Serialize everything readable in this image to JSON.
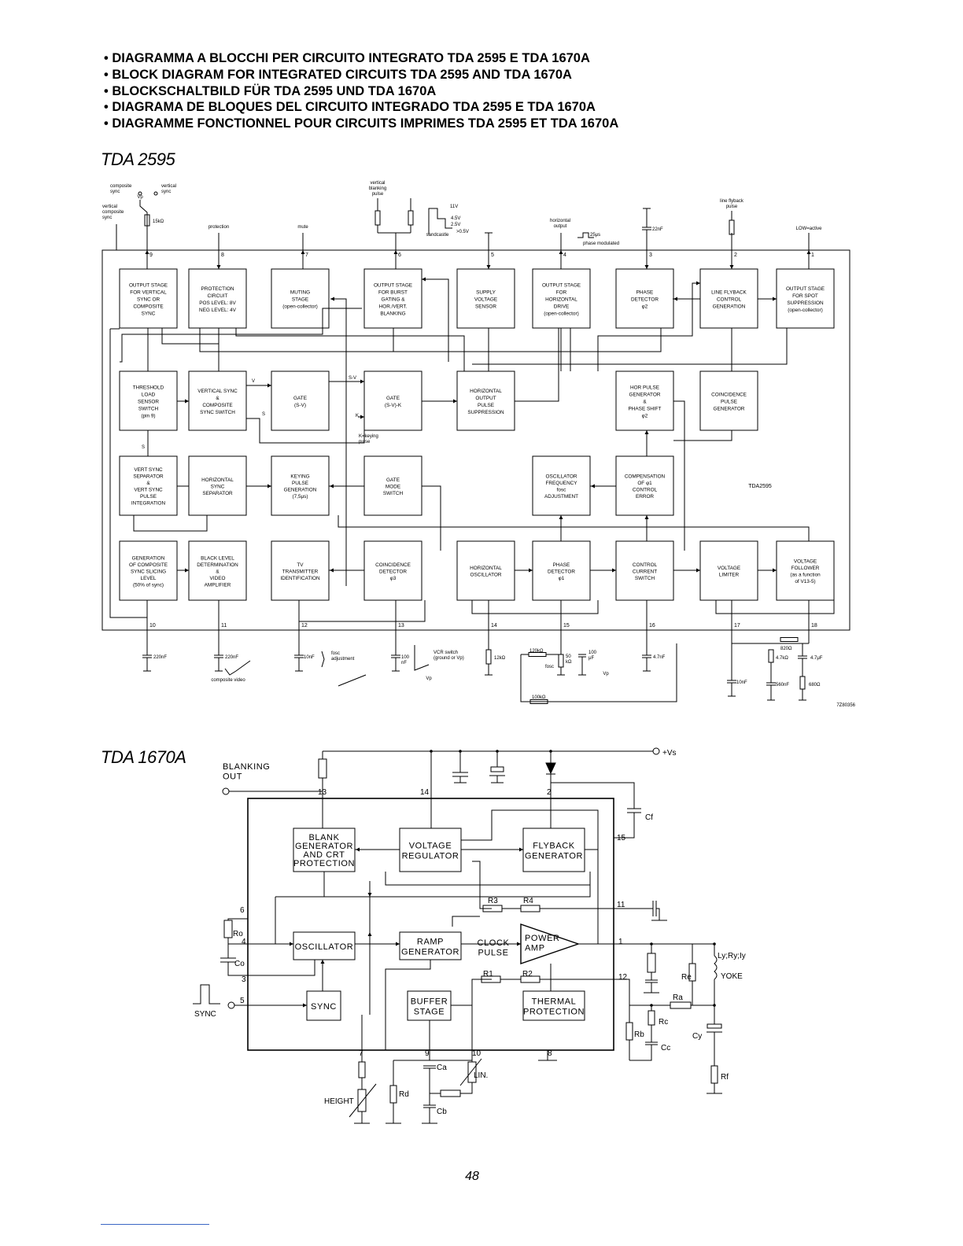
{
  "headings": [
    "DIAGRAMMA A BLOCCHI PER CIRCUITO INTEGRATO TDA 2595 E TDA 1670A",
    "BLOCK DIAGRAM FOR INTEGRATED CIRCUITS TDA 2595 AND TDA 1670A",
    "BLOCKSCHALTBILD FÜR TDA 2595 UND TDA 1670A",
    "DIAGRAMA DE BLOQUES DEL CIRCUITO INTEGRADO TDA 2595 E TDA 1670A",
    "DIAGRAMME FONCTIONNEL POUR CIRCUITS IMPRIMES TDA 2595 ET TDA 1670A"
  ],
  "tda2595": {
    "title": "TDA 2595",
    "chip_label": "TDA2595",
    "code": "7Z80356",
    "blocks": [
      {
        "lines": [
          "OUTPUT STAGE",
          "FOR VERTICAL",
          "SYNC OR",
          "COMPOSITE",
          "SYNC"
        ]
      },
      {
        "lines": [
          "PROTECTION",
          "CIRCUIT",
          "POS LEVEL: 8V",
          "NEG LEVEL: 4V"
        ]
      },
      {
        "lines": [
          "MUTING",
          "STAGE",
          "(open-collector)"
        ]
      },
      {
        "lines": [
          "OUTPUT STAGE",
          "FOR BURST",
          "GATING &",
          "HOR./VERT.",
          "BLANKING"
        ]
      },
      {
        "lines": [
          "SUPPLY",
          "VOLTAGE",
          "SENSOR"
        ]
      },
      {
        "lines": [
          "OUTPUT STAGE",
          "FOR",
          "HORIZONTAL",
          "DRIVE",
          "(open-collector)"
        ]
      },
      {
        "lines": [
          "PHASE",
          "DETECTOR",
          "φ2"
        ]
      },
      {
        "lines": [
          "LINE FLYBACK",
          "CONTROL",
          "GENERATION"
        ]
      },
      {
        "lines": [
          "OUTPUT STAGE",
          "FOR SPOT",
          "SUPPRESSION",
          "(open-collector)"
        ]
      },
      {
        "lines": [
          "THRESHOLD",
          "LOAD",
          "SENSOR",
          "SWITCH",
          "(pin 9)"
        ]
      },
      {
        "lines": [
          "VERTICAL SYNC",
          "&",
          "COMPOSITE",
          "SYNC SWITCH"
        ]
      },
      {
        "lines": [
          "GATE",
          "(S-V)"
        ]
      },
      {
        "lines": [
          "GATE",
          "(S-V)-K"
        ]
      },
      {
        "lines": [
          "HORIZONTAL",
          "OUTPUT",
          "PULSE",
          "SUPPRESSION"
        ]
      },
      {
        "lines": [
          "HOR PULSE",
          "GENERATOR",
          "&",
          "PHASE SHIFT",
          "φ2"
        ]
      },
      {
        "lines": [
          "COINCIDENCE",
          "PULSE",
          "GENERATOR"
        ]
      },
      {
        "lines": [
          "VERT SYNC",
          "SEPARATOR",
          "&",
          "VERT SYNC",
          "PULSE",
          "INTEGRATION"
        ]
      },
      {
        "lines": [
          "HORIZONTAL",
          "SYNC",
          "SEPARATOR"
        ]
      },
      {
        "lines": [
          "KEYING",
          "PULSE",
          "GENERATION",
          "(7,5μs)"
        ]
      },
      {
        "lines": [
          "GATE",
          "MODE",
          "SWITCH"
        ]
      },
      {
        "lines": [
          "OSCILLATOR",
          "FREQUENCY",
          "fosc",
          "ADJUSTMENT"
        ]
      },
      {
        "lines": [
          "COMPENSATION",
          "OF φ1",
          "CONTROL",
          "ERROR"
        ]
      },
      {
        "lines": [
          "GENERATION",
          "OF COMPOSITE",
          "SYNC SLICING",
          "LEVEL",
          "(50% of sync)"
        ]
      },
      {
        "lines": [
          "BLACK LEVEL",
          "DETERMINATION",
          "&",
          "VIDEO",
          "AMPLIFIER"
        ]
      },
      {
        "lines": [
          "TV",
          "TRANSMITTER",
          "IDENTIFICATION"
        ]
      },
      {
        "lines": [
          "COINCIDENCE",
          "DETECTOR",
          "φ3"
        ]
      },
      {
        "lines": [
          "HORIZONTAL",
          "OSCILLATOR"
        ]
      },
      {
        "lines": [
          "PHASE",
          "DETECTOR",
          "φ1"
        ]
      },
      {
        "lines": [
          "CONTROL",
          "CURRENT",
          "SWITCH"
        ]
      },
      {
        "lines": [
          "VOLTAGE",
          "LIMITER"
        ]
      },
      {
        "lines": [
          "VOLTAGE",
          "FOLLOWER",
          "(as a function",
          "of V13-5)"
        ]
      }
    ],
    "top_labels": {
      "vp": "Vp",
      "composite_sync": "composite\nsync",
      "vertical_sync": "vertical\nsync",
      "vertical_composite_sync": "vertical\ncomposite\nsync",
      "r15k": "15kΩ",
      "protection": "protection",
      "mute": "mute",
      "vertical_blanking": "vertical\nblanking\npulse",
      "v11": "11V",
      "v45": "4.5V",
      "v25": "2.5V",
      "v05": ">0.5V",
      "sandcastle": "sandcastle",
      "horizontal_output": "horizontal\noutput",
      "us25": "25μs",
      "phase_modulated": "phase modulated",
      "c22": "22nF",
      "line_flyback": "line flyback\npulse",
      "low_active": "LOW=active"
    },
    "top_pins": [
      "9",
      "8",
      "7",
      "6",
      "5",
      "4",
      "3",
      "2",
      "1"
    ],
    "bottom_pins": [
      "10",
      "11",
      "12",
      "13",
      "14",
      "15",
      "16",
      "17",
      "18"
    ],
    "inner_labels": {
      "v": "V",
      "s1": "S",
      "sv": "S-V",
      "k": "K",
      "s2": "S",
      "keying": "K=keying\npulse"
    },
    "bottom_labels": {
      "c220a": "220nF",
      "c220b": "220nF",
      "composite_video": "composite video",
      "c10": "10nF",
      "fosc_adj": "fosc\nadjustment",
      "c100": "100\nnF",
      "vcr": "VCR switch\n(ground or Vp)",
      "vp1": "Vp",
      "r12k": "12kΩ",
      "r120": "120kΩ",
      "r50": "50\nkΩ",
      "fosc": "fosc",
      "c100u": "100\nμF",
      "vp2": "Vp",
      "c47n": "4.7nF",
      "r100k": "100kΩ",
      "r820": "820Ω",
      "r47k": "4.7kΩ",
      "c47u": "4.7μF",
      "c10n": "10nF",
      "c560": "560nF",
      "r680": "680Ω"
    }
  },
  "tda1670a": {
    "title": "TDA 1670A",
    "blanking_out": "BLANKING\nOUT",
    "vs": "+Vs",
    "blocks": [
      {
        "lines": [
          "BLANK",
          "GENERATOR",
          "AND CRT",
          "PROTECTION"
        ]
      },
      {
        "lines": [
          "VOLTAGE",
          "REGULATOR"
        ]
      },
      {
        "lines": [
          "FLYBACK",
          "GENERATOR"
        ]
      },
      {
        "lines": [
          "OSCILLATOR"
        ]
      },
      {
        "lines": [
          "RAMP",
          "GENERATOR"
        ]
      },
      {
        "lines": [
          "SYNC"
        ]
      },
      {
        "lines": [
          "BUFFER",
          "STAGE"
        ]
      },
      {
        "lines": [
          "THERMAL",
          "PROTECTION"
        ]
      }
    ],
    "power_amp": "POWER\nAMP",
    "clock_pulse": "CLOCK\nPULSE",
    "pins": [
      "13",
      "14",
      "2",
      "15",
      "11",
      "1",
      "12",
      "6",
      "4",
      "3",
      "5",
      "7",
      "9",
      "10",
      "8"
    ],
    "labels": {
      "r3": "R3",
      "r4": "R4",
      "r1": "R1",
      "r2": "R2",
      "cf": "Cf",
      "ro": "Ro",
      "co": "Co",
      "sync": "SYNC",
      "yoke_l": "Ly;Ry;Iy",
      "yoke": "YOKE",
      "re": "Re",
      "ra": "Ra",
      "rc": "Rc",
      "cy": "Cy",
      "rb": "Rb",
      "cc": "Cc",
      "rf": "Rf",
      "height": "HEIGHT",
      "rd": "Rd",
      "ca": "Ca",
      "lin": "LIN.",
      "cb": "Cb"
    }
  },
  "page_number": "48"
}
